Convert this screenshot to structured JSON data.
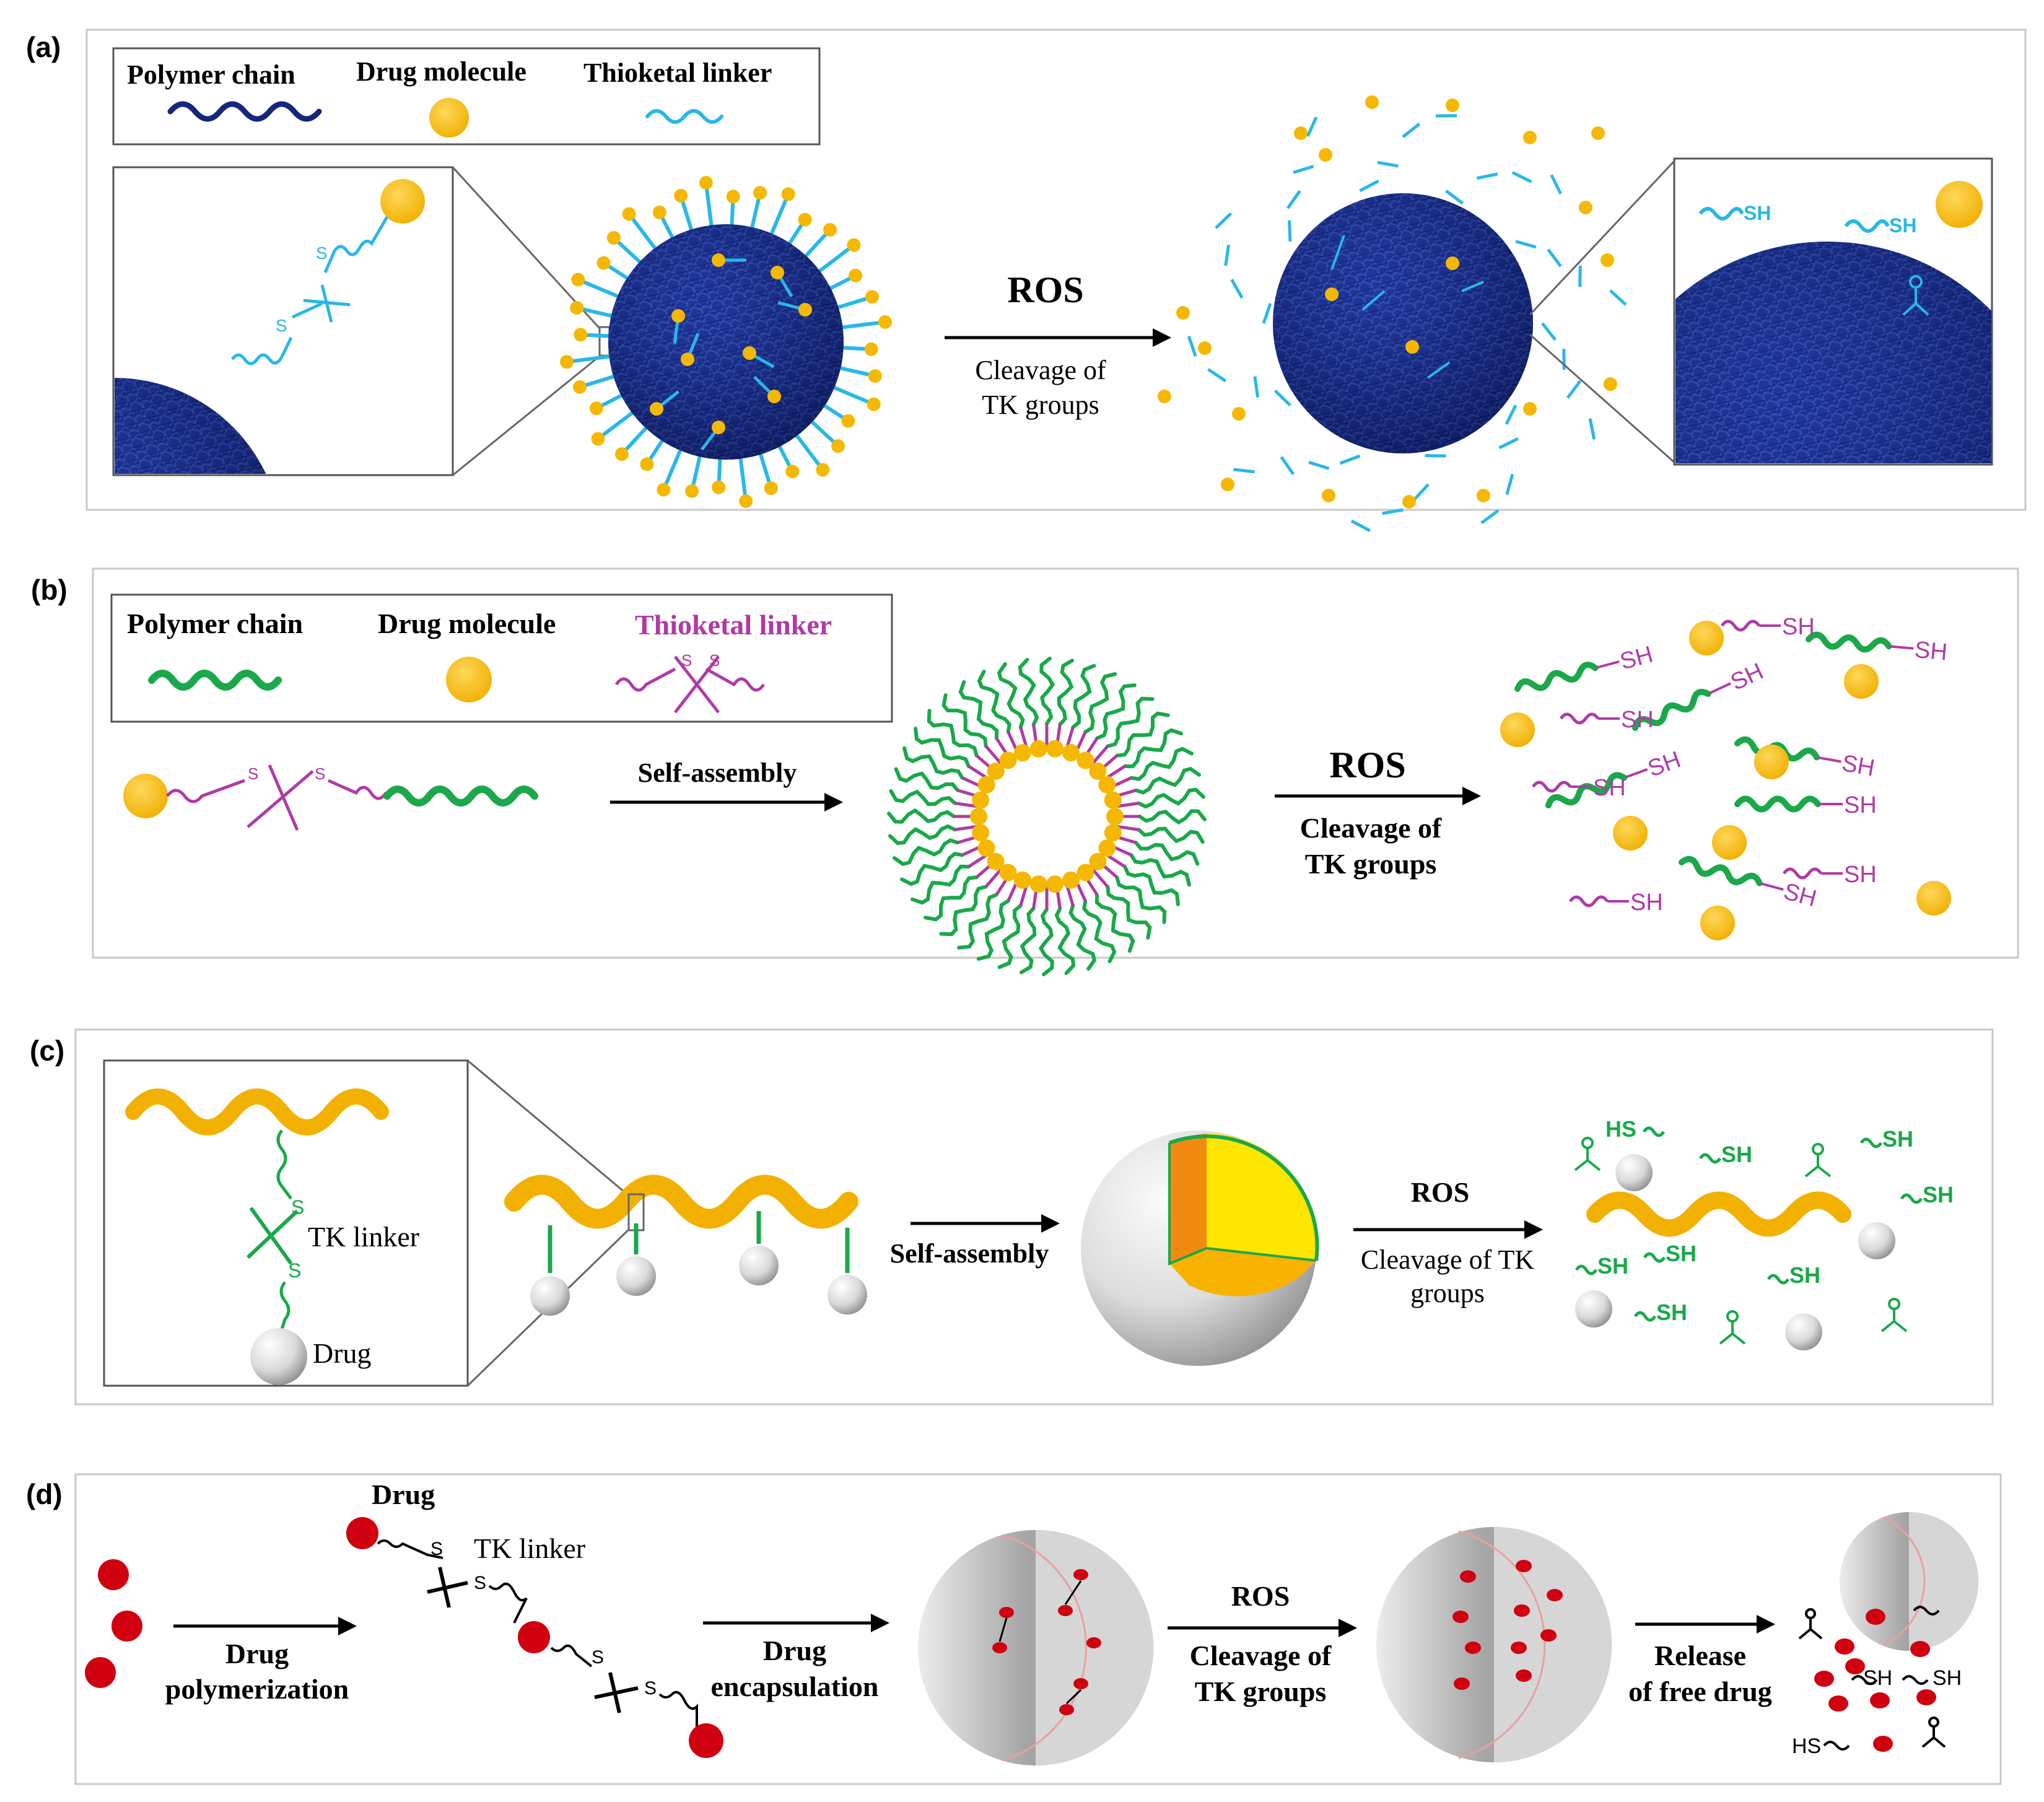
{
  "panels": {
    "a": {
      "tag": "(a)",
      "legend": {
        "polymer": "Polymer chain",
        "drug": "Drug molecule",
        "linker": "Thioketal linker"
      },
      "arrow_top": "ROS",
      "arrow_bottom_1": "Cleavage of",
      "arrow_bottom_2": "TK groups",
      "sh": "SH",
      "s": "S"
    },
    "b": {
      "tag": "(b)",
      "legend": {
        "polymer": "Polymer chain",
        "drug": "Drug molecule",
        "linker": "Thioketal linker"
      },
      "self_assembly": "Self-assembly",
      "arrow_top": "ROS",
      "arrow_bottom_1": "Cleavage of",
      "arrow_bottom_2": "TK groups",
      "sh": "SH",
      "s": "S"
    },
    "c": {
      "tag": "(c)",
      "tk_linker": "TK linker",
      "drug": "Drug",
      "self_assembly": "Self-assembly",
      "arrow_top": "ROS",
      "arrow_bottom_1": "Cleavage of TK",
      "arrow_bottom_2": "groups",
      "sh": "SH",
      "hs": "HS",
      "s": "S"
    },
    "d": {
      "tag": "(d)",
      "drug": "Drug",
      "tk_linker": "TK linker",
      "poly_1": "Drug",
      "poly_2": "polymerization",
      "enc_1": "Drug",
      "enc_2": "encapsulation",
      "arrow_top": "ROS",
      "arrow_bottom_1": "Cleavage of",
      "arrow_bottom_2": "TK groups",
      "rel_1": "Release",
      "rel_2": "of free drug",
      "sh": "SH",
      "hs": "HS",
      "s": "S"
    }
  },
  "colors": {
    "navy": "#14277a",
    "cyan": "#29b8e6",
    "gold": "#f5b800",
    "green": "#1aa84a",
    "magenta": "#b03aa6",
    "orange": "#f2b100",
    "red": "#d00010",
    "grey": "#cfcfcf"
  }
}
